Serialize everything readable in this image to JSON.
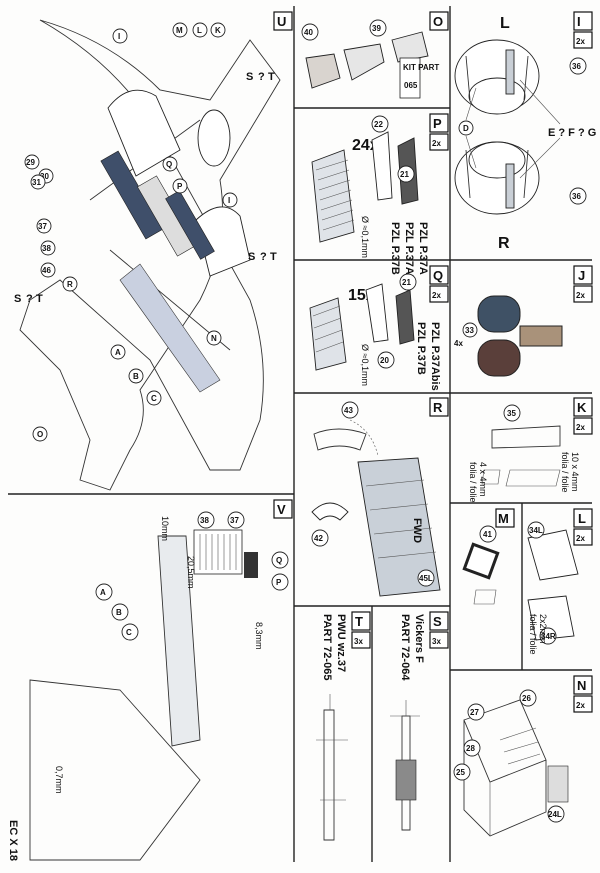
{
  "sheet_code": "EC X 18",
  "sections": {
    "I": {
      "letter": "I",
      "qty": "2x",
      "side_left": "L",
      "side_right": "R",
      "callout_efg": "E ? F ? G",
      "callout_d": "D",
      "part_a": "36",
      "part_b": "36"
    },
    "J": {
      "letter": "J",
      "qty": "2x",
      "qty2": "4x",
      "part": "33"
    },
    "K": {
      "letter": "K",
      "qty": "2x",
      "part": "35",
      "note_1": "folia / folie",
      "note_2": "10 x 4mm",
      "note_3": "folia / folie",
      "note_4": "4 x 4mm"
    },
    "L": {
      "letter": "L",
      "qty": "2x",
      "part_l": "34L",
      "part_r": "34R",
      "note_1": "folia / folie",
      "note_2": "2x2mm"
    },
    "M": {
      "letter": "M",
      "part": "41"
    },
    "N": {
      "letter": "N",
      "qty": "2x",
      "p1": "26",
      "p2": "27",
      "p3": "28",
      "p4": "25",
      "p5": "24L"
    },
    "O": {
      "letter": "O",
      "p1": "39",
      "p2": "40",
      "kit_part": "KIT PART",
      "kit_num": "065"
    },
    "P": {
      "letter": "P",
      "qty": "2x",
      "count": "24x",
      "p1": "22",
      "p2": "21",
      "dia": "Ø ≈0,1mm",
      "v1": "PZL P.37A",
      "v2": "PZL P.37Abis",
      "v3": "PZL P.37B"
    },
    "Q": {
      "letter": "Q",
      "qty": "2x",
      "count": "15x",
      "p1": "21",
      "p2": "20",
      "dia": "Ø ≈0,1mm",
      "v1": "PZL P.37Abis",
      "v2": "PZL P.37B"
    },
    "R": {
      "letter": "R",
      "p1": "43",
      "p2": "42",
      "p3": "45L",
      "fwd": "FWD"
    },
    "S": {
      "letter": "S",
      "qty": "3x",
      "t1": "Vickers F",
      "t2": "PART 72-064"
    },
    "T": {
      "letter": "T",
      "qty": "3x",
      "t1": "PWU wz.37",
      "t2": "PART 72-065"
    },
    "U": {
      "letter": "U",
      "callouts": [
        "K",
        "L",
        "M",
        "I",
        "S",
        "?",
        "T",
        "S",
        "?",
        "T",
        "I",
        "Q",
        "P",
        "R",
        "A",
        "B",
        "C",
        "N",
        "O",
        "S",
        "?",
        "T"
      ],
      "parts": [
        "29",
        "30",
        "31",
        "37",
        "38",
        "46"
      ]
    },
    "V": {
      "letter": "V",
      "p1": "38",
      "p2": "37",
      "d1": "10mm",
      "d2": "20,5mm",
      "d3": "8,3mm",
      "d4": "0,7mm",
      "c1": "Q",
      "c2": "P",
      "c3": "A",
      "c4": "B",
      "c5": "C"
    }
  }
}
